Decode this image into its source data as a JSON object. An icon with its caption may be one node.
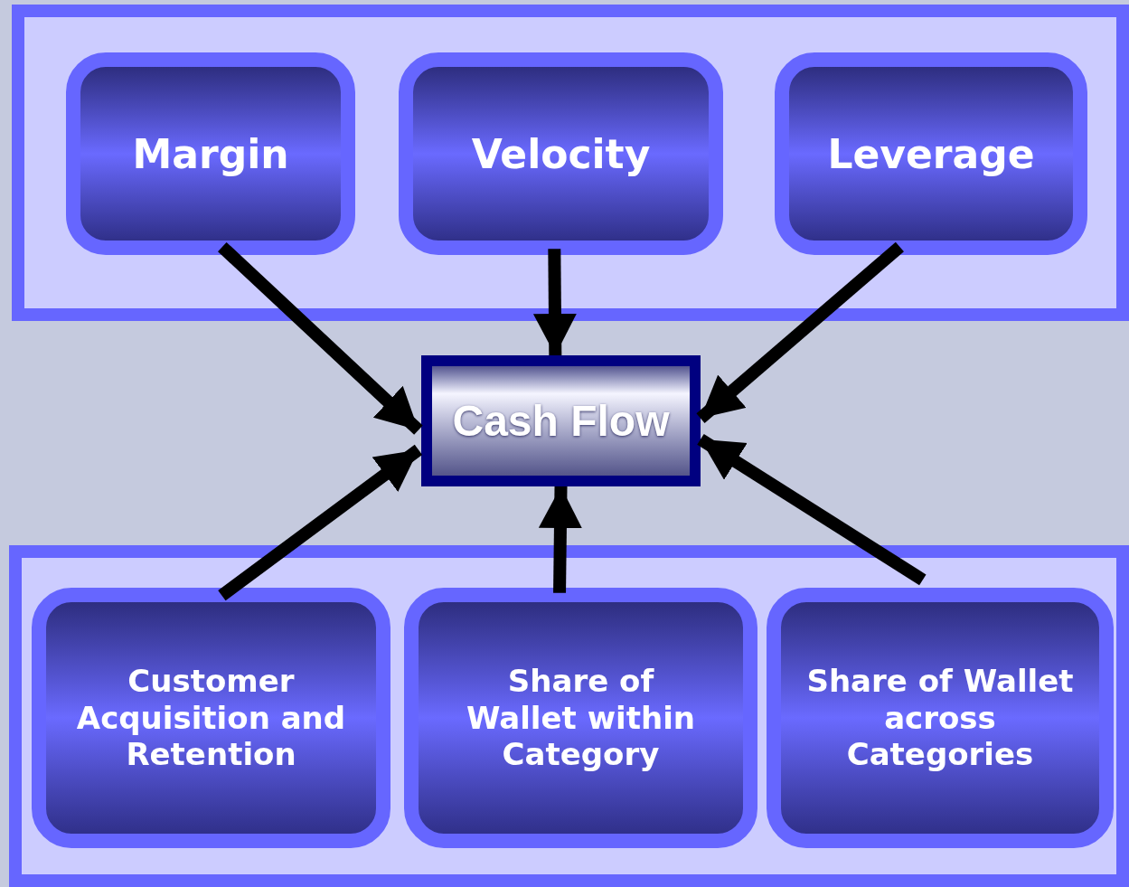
{
  "diagram": {
    "nodes": [
      {
        "text": [],
        "shape": "box"
      },
      {
        "text": [
          "Margin"
        ],
        "in": 0
      },
      {
        "text": [
          "Velocity"
        ],
        "in": 0
      },
      {
        "text": [
          "Leverage"
        ],
        "in": 0
      },
      {
        "text": [
          "Cash Flow"
        ]
      },
      {
        "text": [],
        "shape": "box"
      },
      {
        "text": [
          "Customer Acquisition and Retention"
        ],
        "in": 5
      },
      {
        "text": [
          "Share of Wallet within Category"
        ],
        "in": 5
      },
      {
        "text": [
          "Share of Wallet across Categories"
        ],
        "in": 5
      }
    ],
    "edges": [
      {
        "from": 1,
        "to": 4,
        "arrow": "to"
      },
      {
        "from": 2,
        "to": 4,
        "arrow": "to"
      },
      {
        "from": 3,
        "to": 4,
        "arrow": "to"
      },
      {
        "from": 6,
        "to": 4,
        "arrow": "to"
      },
      {
        "from": 7,
        "to": 4,
        "arrow": "to"
      },
      {
        "from": 8,
        "to": 4,
        "arrow": "to"
      }
    ]
  }
}
